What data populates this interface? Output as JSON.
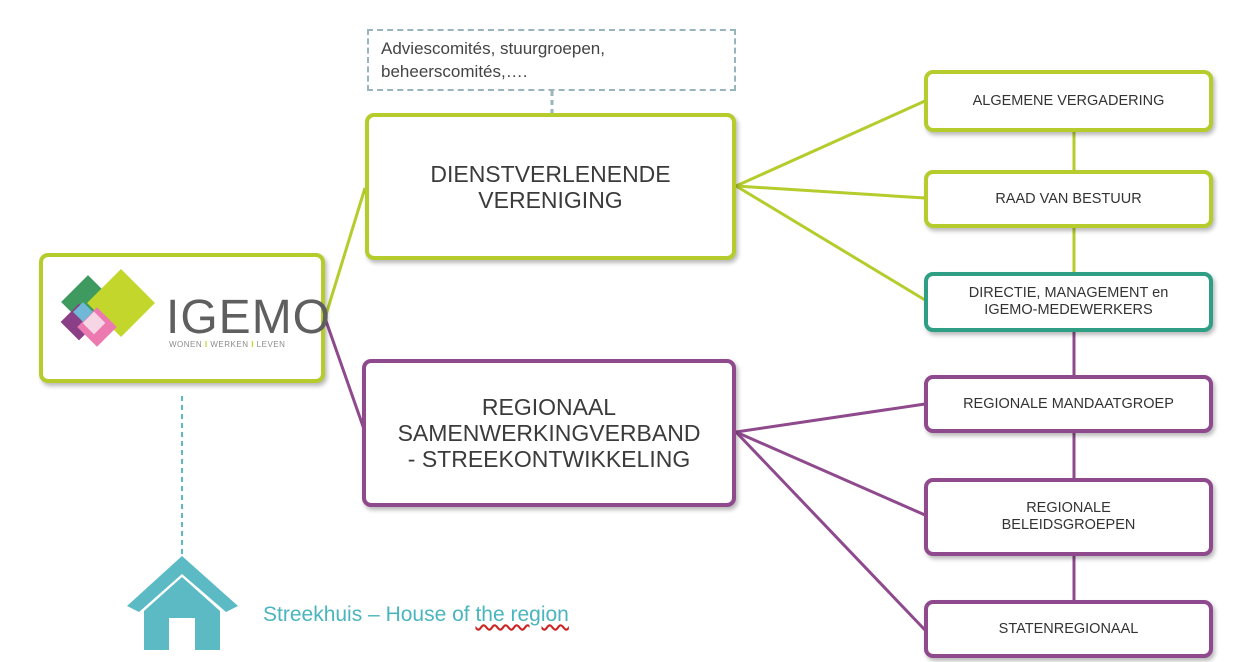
{
  "note": {
    "line1": "Adviescomités, stuurgroepen,",
    "line2": "beheerscomités,…."
  },
  "logo": {
    "name": "IGEMO",
    "tagline_1": "WONEN",
    "tagline_2": "WERKEN",
    "tagline_3": "LEVEN"
  },
  "branches": {
    "top": {
      "line1": "DIENSTVERLENENDE",
      "line2": "VERENIGING"
    },
    "bottom": {
      "line1": "REGIONAAL",
      "line2": "SAMENWERKINGVERBAND",
      "line3": "- STREEKONTWIKKELING"
    }
  },
  "nodes": {
    "algemene": "ALGEMENE VERGADERING",
    "raad": "RAAD VAN BESTUUR",
    "directie_1": "DIRECTIE, MANAGEMENT en",
    "directie_2": "IGEMO-MEDEWERKERS",
    "mandaat": "REGIONALE MANDAATGROEP",
    "beleid_1": "REGIONALE",
    "beleid_2": "BELEIDSGROEPEN",
    "staten": "STATENREGIONAAL"
  },
  "streekhuis": {
    "prefix": "Streekhuis – House of ",
    "underlined": "the region"
  },
  "colors": {
    "green": "#b5cc2c",
    "purple": "#8e4a8d",
    "teal": "#2e9e84",
    "house": "#5bbac4",
    "dashed": "#9ab4bd"
  },
  "icons": [
    "igemo-logo-icon",
    "house-icon"
  ]
}
